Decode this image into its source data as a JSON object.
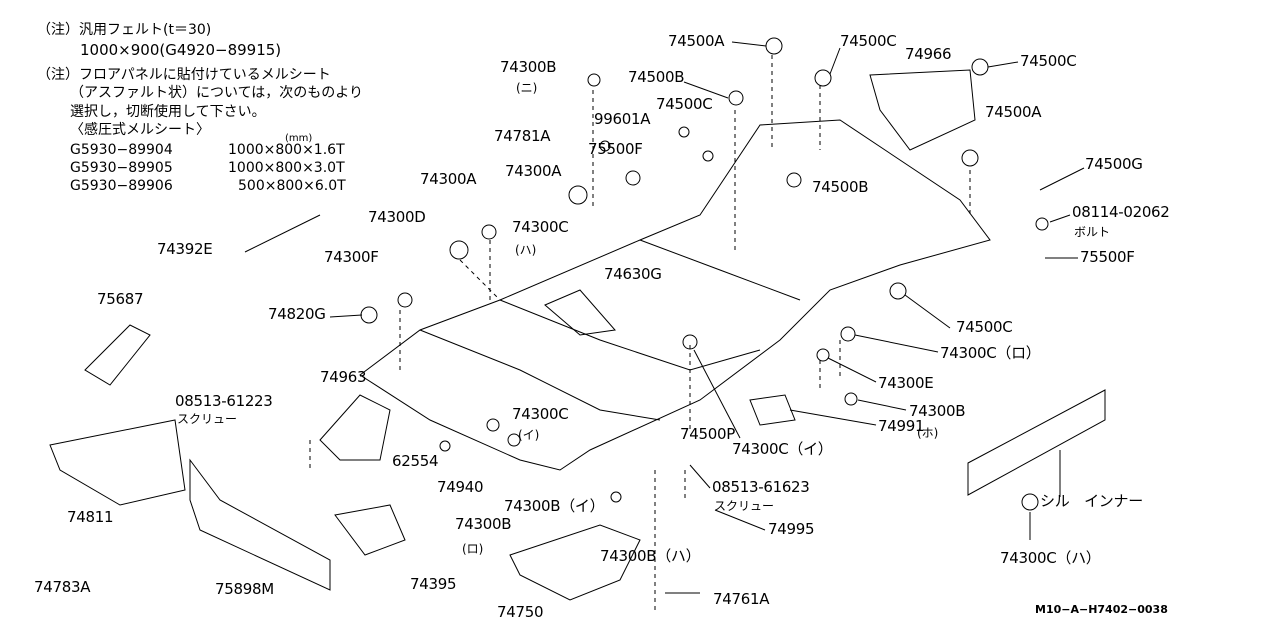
{
  "notes": {
    "note1_line1": "（注）汎用フェルト(t＝30)",
    "note1_line2": "1000×900(G4920−89915)",
    "note2_line1": "（注）フロアパネルに貼付けているメルシート",
    "note2_line2": "（アスファルト状）については，次のものより",
    "note2_line3": "選択し，切断使用して下さい。",
    "note2_line4": "〈感圧式メルシート〉",
    "unit": "(mm)",
    "sheets": [
      {
        "part": "G5930−89904",
        "size": "1000×800×1.6T"
      },
      {
        "part": "G5930−89905",
        "size": "1000×800×3.0T"
      },
      {
        "part": "G5930−89906",
        "size": "500×800×6.0T"
      }
    ]
  },
  "labels": {
    "p74500A_1": "74500A",
    "p74500C_1": "74500C",
    "p74966": "74966",
    "p74500C_2": "74500C",
    "p74300B_1": "74300B",
    "p74300B_1s": "(ニ)",
    "p74500B_1": "74500B",
    "p74500C_3": "74500C",
    "p99601A": "99601A",
    "p74500A_2": "74500A",
    "p74781A": "74781A",
    "p75500F_1": "75500F",
    "p74300A_1": "74300A",
    "p74500B_2": "74500B",
    "p74500G": "74500G",
    "p74300A_2": "74300A",
    "p08114": "08114-02062",
    "p08114s": "ボルト",
    "p74300D": "74300D",
    "p74300C_1": "74300C",
    "p74300C_1s": "(ハ)",
    "p74392E": "74392E",
    "p75500F_2": "75500F",
    "p74300F": "74300F",
    "p74630G": "74630G",
    "p75687": "75687",
    "p74820G": "74820G",
    "p74500C_4": "74500C",
    "p74300C_ro": "74300C（ロ）",
    "p74963": "74963",
    "p74300E": "74300E",
    "p08513a": "08513-61223",
    "p08513as": "スクリュー",
    "p74300B_ho": "74300B",
    "p74300B_hos": "(ホ)",
    "p74300C_i1": "74300C",
    "p74300C_i1s": "(イ)",
    "p74991": "74991",
    "p74500P": "74500P",
    "p74300C_i2": "74300C（イ）",
    "p62554": "62554",
    "p74940": "74940",
    "p08513b": "08513-61623",
    "p08513bs": "スクリュー",
    "p74300B_i": "74300B（イ）",
    "p_sill": "シル　インナー",
    "p74811": "74811",
    "p74300B_ro": "74300B",
    "p74300B_ros": "(ロ)",
    "p74995": "74995",
    "p74300C_ha": "74300C（ハ）",
    "p74300B_ha": "74300B（ハ）",
    "p74783A": "74783A",
    "p75898M": "75898M",
    "p74395": "74395",
    "p74761A": "74761A",
    "p74750": "74750"
  },
  "diagram_code": "M10−A−H7402−0038"
}
